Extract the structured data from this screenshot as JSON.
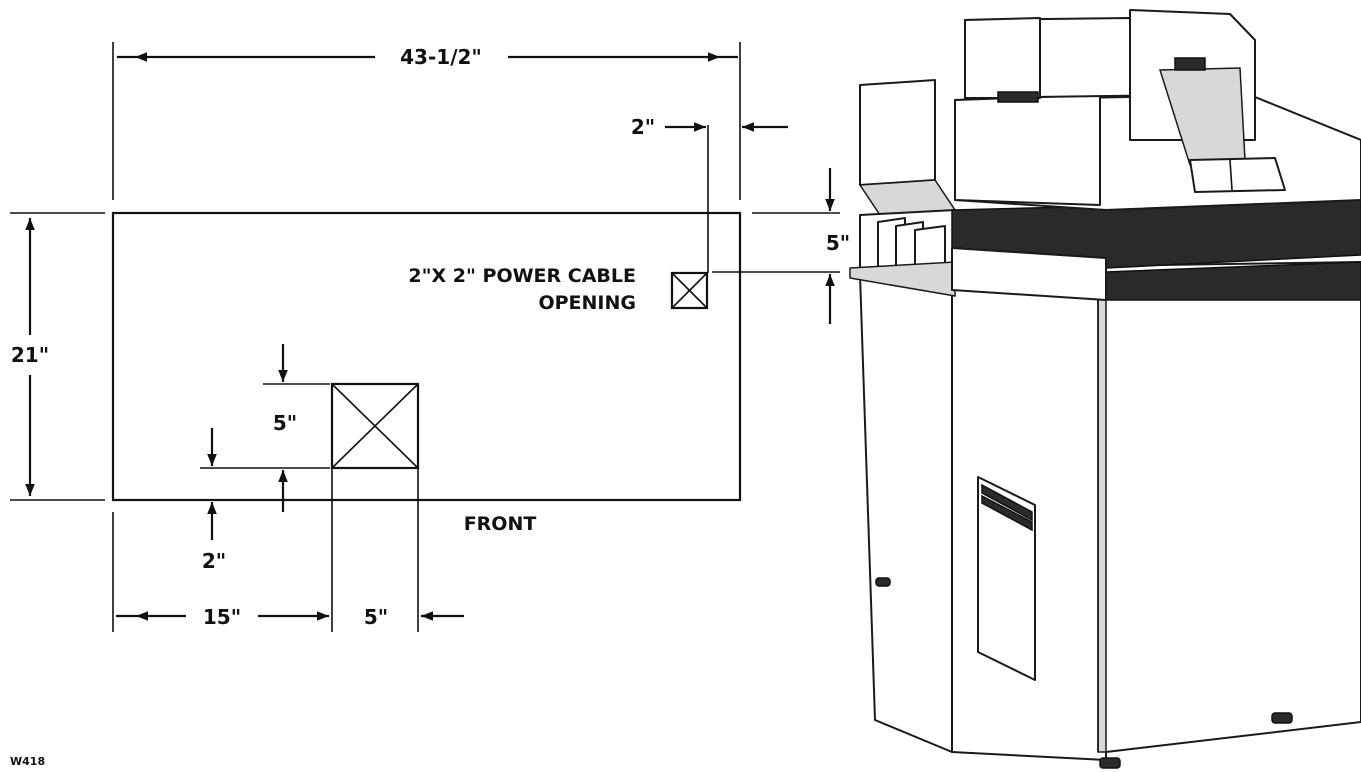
{
  "diagram": {
    "dimensions": {
      "overall_width": "43-1/2\"",
      "overall_depth": "21\"",
      "cable_offset_side": "2\"",
      "cable_offset_top": "5\"",
      "opening_height": "5\"",
      "opening_offset_front": "2\"",
      "opening_offset_left": "15\"",
      "opening_width": "5\""
    },
    "labels": {
      "power_cable_line1": "2\"X 2\" POWER CABLE",
      "power_cable_line2": "OPENING",
      "front": "FRONT",
      "figure_code": "W418"
    }
  }
}
